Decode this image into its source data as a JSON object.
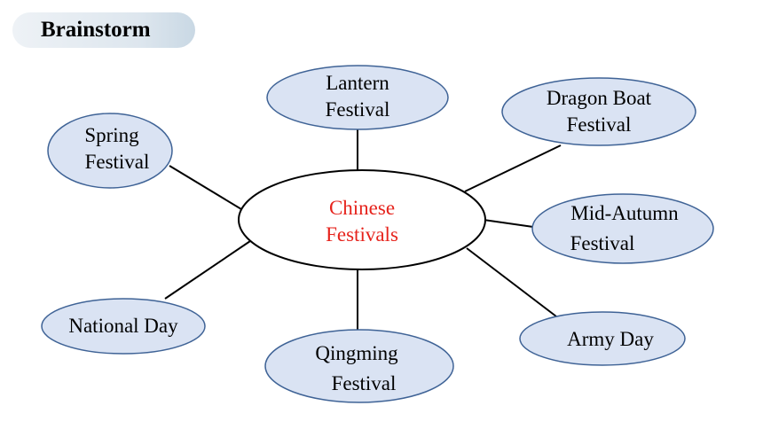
{
  "header": {
    "title": "Brainstorm"
  },
  "diagram": {
    "center": {
      "line1": "Chinese",
      "line2": "Festivals"
    },
    "nodes": {
      "lantern": {
        "line1": "Lantern",
        "line2": "Festival"
      },
      "dragon_boat": {
        "line1": "Dragon Boat",
        "line2": "Festival"
      },
      "spring": {
        "line1": "Spring",
        "line2": "Festival"
      },
      "mid_autumn": {
        "line1": "Mid-Autumn",
        "line2": "Festival"
      },
      "national_day": {
        "line1": "National Day"
      },
      "qingming": {
        "line1": "Qingming",
        "line2": "Festival"
      },
      "army_day": {
        "line1": "Army Day"
      }
    }
  },
  "colors": {
    "node_fill": "#dae3f3",
    "node_stroke": "#3f6396",
    "center_text": "#e6231c",
    "connector": "#000000"
  }
}
